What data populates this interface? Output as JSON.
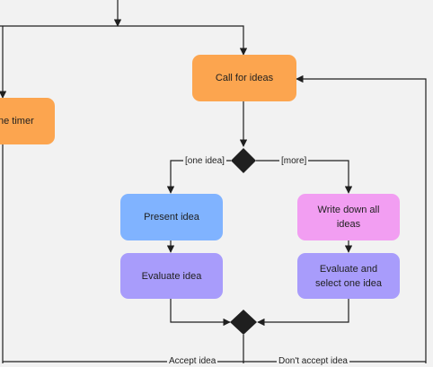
{
  "nodes": {
    "timer": "ne timer",
    "call_for_ideas": "Call for ideas",
    "present_idea": "Present idea",
    "evaluate_idea": "Evaluate idea",
    "write_down_all_ideas": "Write down all ideas",
    "evaluate_and_select": "Evaluate and select one idea"
  },
  "edge_labels": {
    "one_idea": "[one idea]",
    "more": "[more]",
    "accept_idea": "Accept idea",
    "dont_accept_idea": "Don't accept idea"
  },
  "colors": {
    "orange": "#fca54f",
    "blue": "#80b3ff",
    "pink": "#f29ef2",
    "purple": "#a89cfb",
    "line": "#1f1f1f",
    "background": "#f2f2f2"
  }
}
